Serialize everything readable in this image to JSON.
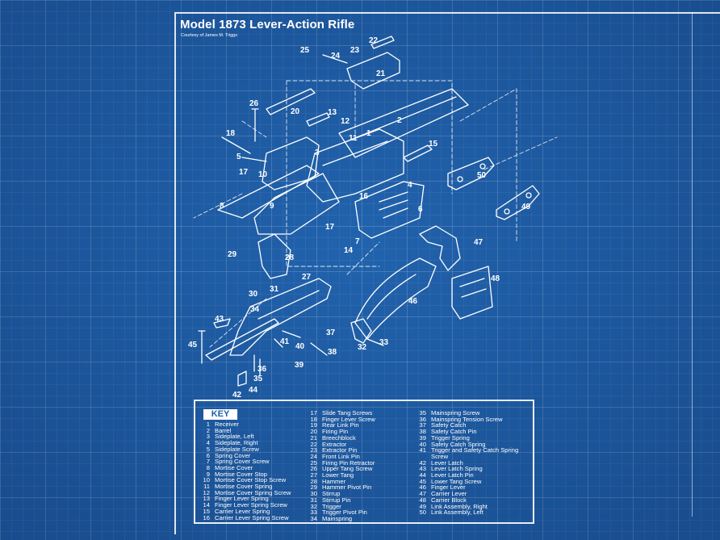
{
  "title": "Model 1873 Lever-Action Rifle",
  "credit": "Courtesy of James M. Triggs",
  "key": {
    "heading": "KEY",
    "columns": [
      [
        {
          "num": "1",
          "label": "Receiver"
        },
        {
          "num": "2",
          "label": "Barrel"
        },
        {
          "num": "3",
          "label": "Sideplate, Left"
        },
        {
          "num": "4",
          "label": "Sideplate, Right"
        },
        {
          "num": "5",
          "label": "Sideplate Screw"
        },
        {
          "num": "6",
          "label": "Spring Cover"
        },
        {
          "num": "7",
          "label": "Spring Cover Screw"
        },
        {
          "num": "8",
          "label": "Mortise Cover"
        },
        {
          "num": "9",
          "label": "Mortise Cover Stop"
        },
        {
          "num": "10",
          "label": "Mortise Cover Stop Screw"
        },
        {
          "num": "11",
          "label": "Mortise Cover Spring"
        },
        {
          "num": "12",
          "label": "Mortise Cover Spring Screw"
        },
        {
          "num": "13",
          "label": "Finger Lever Spring"
        },
        {
          "num": "14",
          "label": "Finger Lever Spring Screw"
        },
        {
          "num": "15",
          "label": "Carrier Lever Spring"
        },
        {
          "num": "16",
          "label": "Carrier Lever Spring Screw"
        }
      ],
      [
        {
          "num": "17",
          "label": "Slide Tang Screws"
        },
        {
          "num": "18",
          "label": "Finger Lever Screw"
        },
        {
          "num": "19",
          "label": "Rear Link Pin"
        },
        {
          "num": "20",
          "label": "Firing Pin"
        },
        {
          "num": "21",
          "label": "Breechblock"
        },
        {
          "num": "22",
          "label": "Extractor"
        },
        {
          "num": "23",
          "label": "Extractor Pin"
        },
        {
          "num": "24",
          "label": "Front Link Pin"
        },
        {
          "num": "25",
          "label": "Firing Pin Retractor"
        },
        {
          "num": "26",
          "label": "Upper Tang Screw"
        },
        {
          "num": "27",
          "label": "Lower Tang"
        },
        {
          "num": "28",
          "label": "Hammer"
        },
        {
          "num": "29",
          "label": "Hammer Pivot Pin"
        },
        {
          "num": "30",
          "label": "Stirrup"
        },
        {
          "num": "31",
          "label": "Stirrup Pin"
        },
        {
          "num": "32",
          "label": "Trigger"
        },
        {
          "num": "33",
          "label": "Trigger Pivot Pin"
        },
        {
          "num": "34",
          "label": "Mainspring"
        }
      ],
      [
        {
          "num": "35",
          "label": "Mainspring Screw"
        },
        {
          "num": "36",
          "label": "Mainspring Tension Screw"
        },
        {
          "num": "37",
          "label": "Safety Catch"
        },
        {
          "num": "38",
          "label": "Safety Catch Pin"
        },
        {
          "num": "39",
          "label": "Trigger Spring"
        },
        {
          "num": "40",
          "label": "Safety Catch Spring"
        },
        {
          "num": "41",
          "label": "Trigger and Safety Catch Spring Screw"
        },
        {
          "num": "42",
          "label": "Lever Latch"
        },
        {
          "num": "43",
          "label": "Lever Latch Spring"
        },
        {
          "num": "44",
          "label": "Lever Latch Pin"
        },
        {
          "num": "45",
          "label": "Lower Tang Screw"
        },
        {
          "num": "46",
          "label": "Finger Lever"
        },
        {
          "num": "47",
          "label": "Carrier Lever"
        },
        {
          "num": "48",
          "label": "Carrier Block"
        },
        {
          "num": "49",
          "label": "Link Assembly, Right"
        },
        {
          "num": "50",
          "label": "Link Assembly, Left"
        }
      ]
    ]
  },
  "callouts": [
    "1",
    "2",
    "3",
    "4",
    "5",
    "6",
    "7",
    "8",
    "9",
    "10",
    "11",
    "12",
    "13",
    "14",
    "15",
    "16",
    "17",
    "17",
    "18",
    "20",
    "21",
    "22",
    "23",
    "24",
    "25",
    "26",
    "27",
    "28",
    "29",
    "30",
    "31",
    "32",
    "33",
    "34",
    "35",
    "36",
    "37",
    "38",
    "39",
    "40",
    "41",
    "42",
    "43",
    "44",
    "45",
    "46",
    "47",
    "48",
    "49",
    "50"
  ]
}
